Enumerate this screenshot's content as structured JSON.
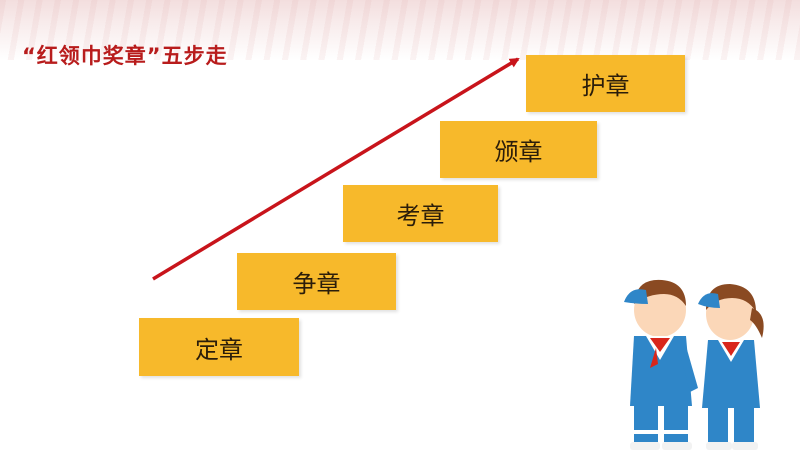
{
  "title": "“红领巾奖章”五步走",
  "steps": [
    "定章",
    "争章",
    "考章",
    "颁章",
    "护章"
  ],
  "colors": {
    "title": "#b81c1c",
    "step_fill": "#f7b92b",
    "arrow": "#c8141b",
    "uniform": "#2f86c8",
    "scarf": "#d9261c"
  },
  "illustration": {
    "icons": [
      "saluting-boy-icon",
      "saluting-girl-icon"
    ]
  }
}
